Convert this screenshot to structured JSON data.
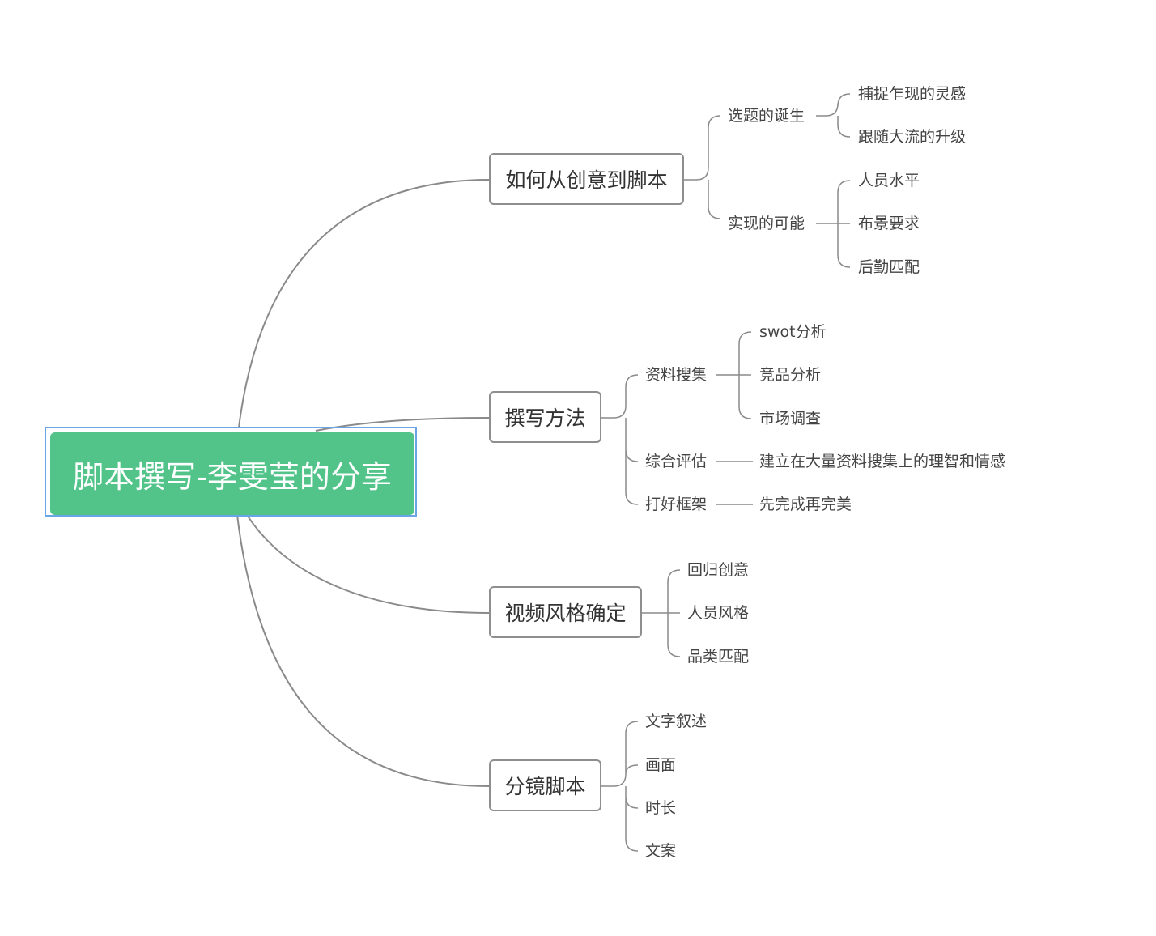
{
  "root": {
    "label": "脚本撰写-李雯莹的分享"
  },
  "branches": [
    {
      "label": "如何从创意到脚本",
      "children": [
        {
          "label": "选题的诞生",
          "children": [
            "捕捉乍现的灵感",
            "跟随大流的升级"
          ]
        },
        {
          "label": "实现的可能",
          "children": [
            "人员水平",
            "布景要求",
            "后勤匹配"
          ]
        }
      ]
    },
    {
      "label": "撰写方法",
      "children": [
        {
          "label": "资料搜集",
          "children": [
            "swot分析",
            "竞品分析",
            "市场调查"
          ]
        },
        {
          "label": "综合评估",
          "children": [
            "建立在大量资料搜集上的理智和情感"
          ]
        },
        {
          "label": "打好框架",
          "children": [
            "先完成再完美"
          ]
        }
      ]
    },
    {
      "label": "视频风格确定",
      "children": [
        {
          "label": "回归创意"
        },
        {
          "label": "人员风格"
        },
        {
          "label": "品类匹配"
        }
      ]
    },
    {
      "label": "分镜脚本",
      "children": [
        {
          "label": "文字叙述"
        },
        {
          "label": "画面"
        },
        {
          "label": "时长"
        },
        {
          "label": "文案"
        }
      ]
    }
  ],
  "colors": {
    "root_fill": "#52c48a",
    "selection_border": "#6aa5e6",
    "connector": "#8a8a8a"
  }
}
